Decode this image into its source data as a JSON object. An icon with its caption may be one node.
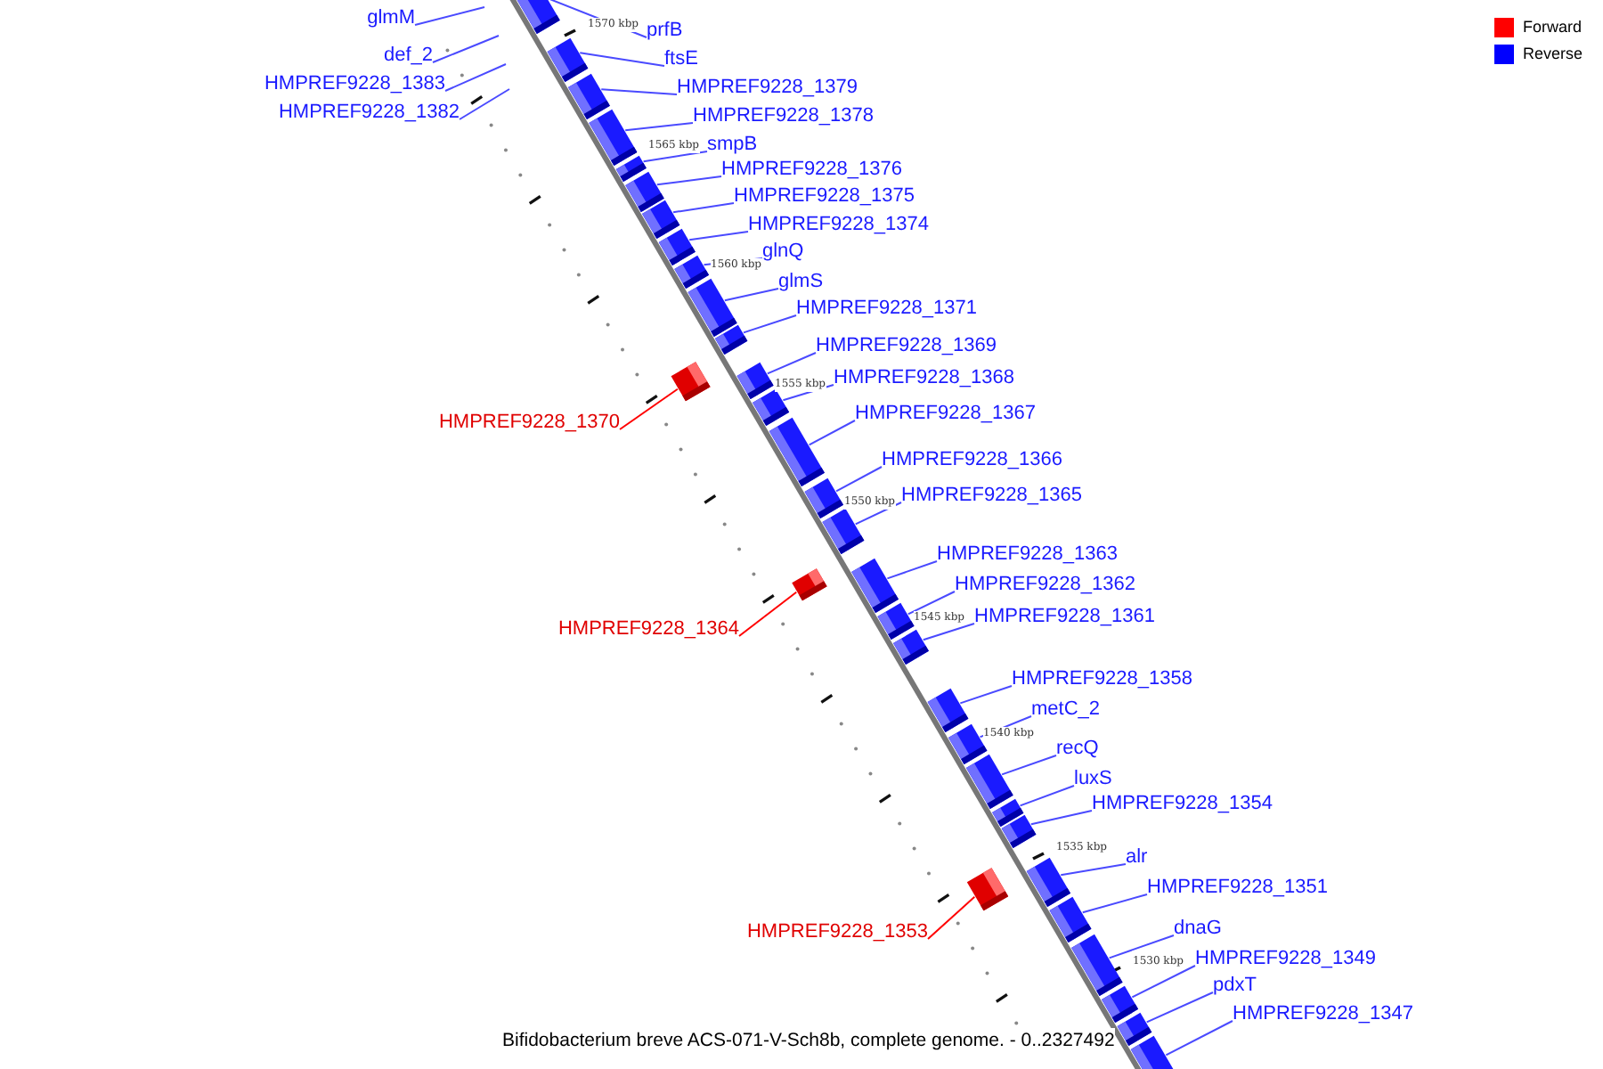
{
  "diagram": {
    "caption": "Bifidobacterium breve ACS-071-V-Sch8b, complete genome. - 0..2327492",
    "nodes": [
      {
        "text": [
          "glmM"
        ]
      },
      {
        "text": [
          "prfB"
        ]
      },
      {
        "text": [
          "def_2"
        ]
      },
      {
        "text": [
          "ftsE"
        ]
      },
      {
        "text": [
          "HMPREF9228_1383"
        ]
      },
      {
        "text": [
          "HMPREF9228_1379"
        ]
      },
      {
        "text": [
          "HMPREF9228_1382"
        ]
      },
      {
        "text": [
          "HMPREF9228_1378"
        ]
      },
      {
        "text": [
          "smpB"
        ]
      },
      {
        "text": [
          "HMPREF9228_1376"
        ]
      },
      {
        "text": [
          "HMPREF9228_1375"
        ]
      },
      {
        "text": [
          "HMPREF9228_1374"
        ]
      },
      {
        "text": [
          "glnQ"
        ]
      },
      {
        "text": [
          "glmS"
        ]
      },
      {
        "text": [
          "HMPREF9228_1371"
        ]
      },
      {
        "text": [
          "HMPREF9228_1369"
        ]
      },
      {
        "text": [
          "HMPREF9228_1368"
        ]
      },
      {
        "text": [
          "HMPREF9228_1367"
        ]
      },
      {
        "text": [
          "HMPREF9228_1370"
        ]
      },
      {
        "text": [
          "HMPREF9228_1366"
        ]
      },
      {
        "text": [
          "HMPREF9228_1365"
        ]
      },
      {
        "text": [
          "HMPREF9228_1363"
        ]
      },
      {
        "text": [
          "HMPREF9228_1362"
        ]
      },
      {
        "text": [
          "HMPREF9228_1361"
        ]
      },
      {
        "text": [
          "HMPREF9228_1364"
        ]
      },
      {
        "text": [
          "HMPREF9228_1358"
        ]
      },
      {
        "text": [
          "metC_2"
        ]
      },
      {
        "text": [
          "recQ"
        ]
      },
      {
        "text": [
          "luxS"
        ]
      },
      {
        "text": [
          "HMPREF9228_1354"
        ]
      },
      {
        "text": [
          "alr"
        ]
      },
      {
        "text": [
          "HMPREF9228_1351"
        ]
      },
      {
        "text": [
          "dnaG"
        ]
      },
      {
        "text": [
          "HMPREF9228_1353"
        ]
      },
      {
        "text": [
          "HMPREF9228_1349"
        ]
      },
      {
        "text": [
          "pdxT"
        ]
      },
      {
        "text": [
          "HMPREF9228_1347"
        ]
      },
      {
        "text": [],
        "shape": "box"
      },
      {
        "text": [],
        "shape": "box"
      },
      {
        "text": [],
        "shape": "box"
      },
      {
        "text": [],
        "shape": "box"
      },
      {
        "text": [],
        "shape": "box"
      },
      {
        "text": [],
        "shape": "box"
      },
      {
        "text": [],
        "shape": "box"
      },
      {
        "text": [],
        "shape": "box"
      },
      {
        "text": [],
        "shape": "box"
      },
      {
        "text": [],
        "shape": "box"
      },
      {
        "text": [],
        "shape": "box"
      },
      {
        "text": [],
        "shape": "box"
      },
      {
        "text": [],
        "shape": "box"
      },
      {
        "text": [],
        "shape": "box"
      },
      {
        "text": [],
        "shape": "box"
      },
      {
        "text": [],
        "shape": "box"
      },
      {
        "text": [],
        "shape": "box"
      },
      {
        "text": [],
        "shape": "box"
      },
      {
        "text": [],
        "shape": "box"
      },
      {
        "text": [],
        "shape": "box"
      },
      {
        "text": [],
        "shape": "box"
      },
      {
        "text": [],
        "shape": "box"
      },
      {
        "text": [],
        "shape": "box"
      },
      {
        "text": [],
        "shape": "box"
      },
      {
        "text": [],
        "shape": "box"
      },
      {
        "text": [],
        "shape": "box"
      },
      {
        "text": [],
        "shape": "box"
      },
      {
        "text": [],
        "shape": "box"
      },
      {
        "text": [],
        "shape": "box"
      },
      {
        "text": [],
        "shape": "box"
      },
      {
        "text": [],
        "shape": "box"
      },
      {
        "text": [],
        "shape": "box"
      },
      {
        "text": [],
        "shape": "box"
      }
    ],
    "edges": [
      {
        "from": 0,
        "to": null,
        "arrow": "none"
      },
      {
        "from": 1,
        "to": 37,
        "arrow": "none"
      },
      {
        "from": 2,
        "to": null,
        "arrow": "none"
      },
      {
        "from": 3,
        "to": 38,
        "arrow": "none"
      },
      {
        "from": 4,
        "to": null,
        "arrow": "none"
      },
      {
        "from": 5,
        "to": 39,
        "arrow": "none"
      },
      {
        "from": 6,
        "to": null,
        "arrow": "none"
      },
      {
        "from": 7,
        "to": 40,
        "arrow": "none"
      },
      {
        "from": 8,
        "to": 41,
        "arrow": "none"
      },
      {
        "from": 9,
        "to": 42,
        "arrow": "none"
      },
      {
        "from": 10,
        "to": 43,
        "arrow": "none"
      },
      {
        "from": 11,
        "to": 44,
        "arrow": "none"
      },
      {
        "from": 12,
        "to": 45,
        "arrow": "none"
      },
      {
        "from": 13,
        "to": 46,
        "arrow": "none"
      },
      {
        "from": 14,
        "to": 47,
        "arrow": "none"
      },
      {
        "from": 15,
        "to": 49,
        "arrow": "none"
      },
      {
        "from": 16,
        "to": 50,
        "arrow": "none"
      },
      {
        "from": 17,
        "to": 51,
        "arrow": "none"
      },
      {
        "from": 18,
        "to": 48,
        "arrow": "none",
        "color": "#ff0000"
      },
      {
        "from": 19,
        "to": 52,
        "arrow": "none"
      },
      {
        "from": 20,
        "to": 53,
        "arrow": "none"
      },
      {
        "from": 21,
        "to": 54,
        "arrow": "none"
      },
      {
        "from": 22,
        "to": 56,
        "arrow": "none"
      },
      {
        "from": 23,
        "to": 57,
        "arrow": "none"
      },
      {
        "from": 24,
        "to": 55,
        "arrow": "none",
        "color": "#ff0000"
      },
      {
        "from": 25,
        "to": 58,
        "arrow": "none"
      },
      {
        "from": 26,
        "to": 59,
        "arrow": "none"
      },
      {
        "from": 27,
        "to": 60,
        "arrow": "none"
      },
      {
        "from": 28,
        "to": 61,
        "arrow": "none"
      },
      {
        "from": 29,
        "to": 62,
        "arrow": "none"
      },
      {
        "from": 30,
        "to": 64,
        "arrow": "none"
      },
      {
        "from": 31,
        "to": 65,
        "arrow": "none"
      },
      {
        "from": 32,
        "to": 66,
        "arrow": "none"
      },
      {
        "from": 33,
        "to": 63,
        "arrow": "none",
        "color": "#ff0000"
      },
      {
        "from": 34,
        "to": 67,
        "arrow": "none"
      },
      {
        "from": 35,
        "to": 68,
        "arrow": "none"
      },
      {
        "from": 36,
        "to": 69,
        "arrow": "none"
      }
    ],
    "labels": [
      "1570 kbp",
      "1565 kbp",
      "1560 kbp",
      "1555 kbp",
      "1550 kbp",
      "1545 kbp",
      "1540 kbp",
      "1535 kbp",
      "1530 kbp"
    ],
    "legend": [
      {
        "text": "Forward",
        "color": "#ff0000"
      },
      {
        "text": "Reverse",
        "color": "#0000ff"
      }
    ]
  }
}
